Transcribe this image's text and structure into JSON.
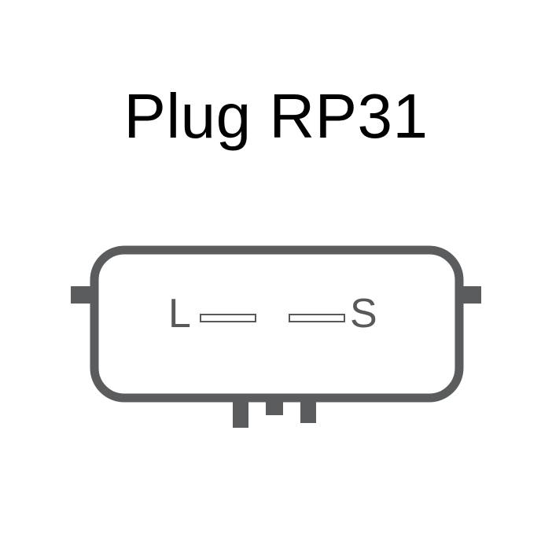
{
  "title": "Plug RP31",
  "connector": {
    "pins": [
      {
        "label": "L"
      },
      {
        "label": "S"
      }
    ]
  },
  "colors": {
    "outline": "#5b5c5e",
    "pin_text": "#58595b",
    "title_text": "#000000",
    "background": "#ffffff"
  }
}
